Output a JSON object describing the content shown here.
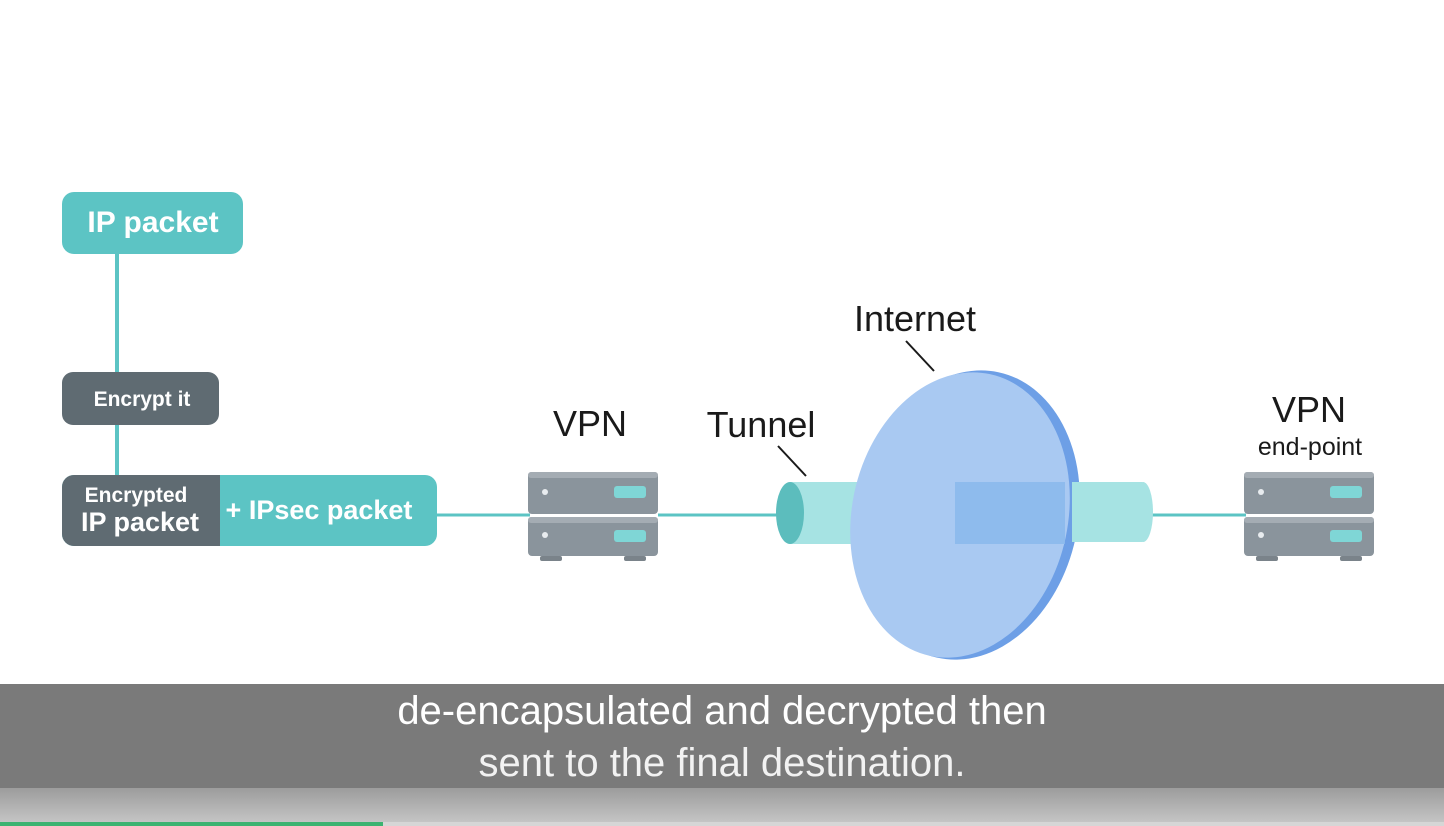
{
  "diagram": {
    "ip_packet_label": "IP packet",
    "encrypt_label": "Encrypt it",
    "encrypted_label_line1": "Encrypted",
    "encrypted_label_line2": "IP packet",
    "ipsec_label": "+ IPsec packet",
    "vpn_label": "VPN",
    "tunnel_label": "Tunnel",
    "internet_label": "Internet",
    "endpoint_title": "VPN",
    "endpoint_subtitle": "end-point"
  },
  "caption": {
    "line1": "de-encapsulated and decrypted then",
    "line2": "sent to the final destination."
  },
  "player": {
    "progress": 0.265
  },
  "colors": {
    "teal": "#5cc4c4",
    "dark_gray": "#5f6b72",
    "tunnel": "#a6e3e3",
    "internet_disc": "#a9c9f2",
    "internet_edge": "#6d9fe6",
    "server": "#8a949c",
    "caption_bg": "#7a7a7a",
    "progress": "#3cb371"
  }
}
